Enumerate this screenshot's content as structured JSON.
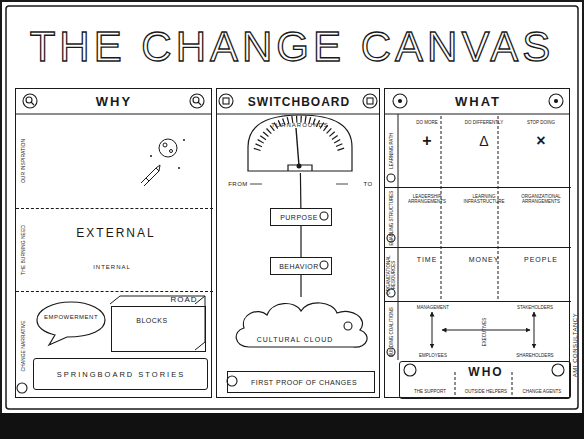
{
  "diagram": {
    "title": "THE CHANGE CANVAS",
    "nodes": [
      {
        "text": [
          "WHY"
        ]
      },
      {
        "text": [
          "OUR INSPIRATION"
        ],
        "in": 0
      },
      {
        "text": [
          "THE BURNING NEED",
          "EXTERNAL",
          "INTERNAL"
        ],
        "in": 0
      },
      {
        "text": [
          "CHANGE NARRATIVE"
        ],
        "in": 0
      },
      {
        "text": [
          "EMPOWERMENT"
        ],
        "in": 3
      },
      {
        "text": [
          "ROAD",
          "BLOCKS"
        ],
        "in": 3
      },
      {
        "text": [
          "SPRINGBOARD STORIES"
        ],
        "in": 3
      },
      {
        "text": [
          "SWITCHBOARD"
        ]
      },
      {
        "text": [
          "TURNAROUNDS"
        ],
        "in": 7
      },
      {
        "text": [
          "PURPOSE"
        ],
        "in": 7
      },
      {
        "text": [
          "BEHAVIOR"
        ],
        "in": 7
      },
      {
        "text": [
          "CULTURAL CLOUD"
        ],
        "in": 7
      },
      {
        "text": [
          "FIRST PROOF OF CHANGES"
        ],
        "in": 7
      },
      {
        "text": [
          "WHAT"
        ]
      },
      {
        "text": [
          "LEARNING PATH",
          "DO MORE",
          "+",
          "DO DIFFERENTLY",
          "Δ",
          "STOP DOING",
          "×"
        ],
        "in": 13
      },
      {
        "text": [
          "ENABLING STRUCTURES",
          "LEADERSHIP ARRANGEMENTS",
          "LEARNING INFRASTRUCTURE",
          "ORGANIZATIONAL ARRANGEMENTS"
        ],
        "in": 13
      },
      {
        "text": [
          "ORGANIZATIONAL RESOURCES",
          "TIME",
          "MONEY",
          "PEOPLE"
        ],
        "in": 13
      },
      {
        "text": [
          "BUILDING COALITIONS",
          "MANAGEMENT",
          "EXECUTIVES",
          "STAKEHOLDERS",
          "EMPLOYEES",
          "SHAREHOLDERS"
        ],
        "in": 13
      },
      {
        "text": [
          "WHO",
          "THE SUPPORT",
          "OUTSIDE HELPERS",
          "CHANGE AGENTS"
        ],
        "in": 13
      }
    ],
    "edges": [
      {
        "from": 8,
        "to": 9,
        "arrow": "none"
      },
      {
        "from": 9,
        "to": 10,
        "arrow": "none"
      },
      {
        "from": 10,
        "to": 11,
        "arrow": "none"
      }
    ],
    "labels": [
      "FROM",
      "TO",
      "AMI CONSULTANCY"
    ]
  }
}
